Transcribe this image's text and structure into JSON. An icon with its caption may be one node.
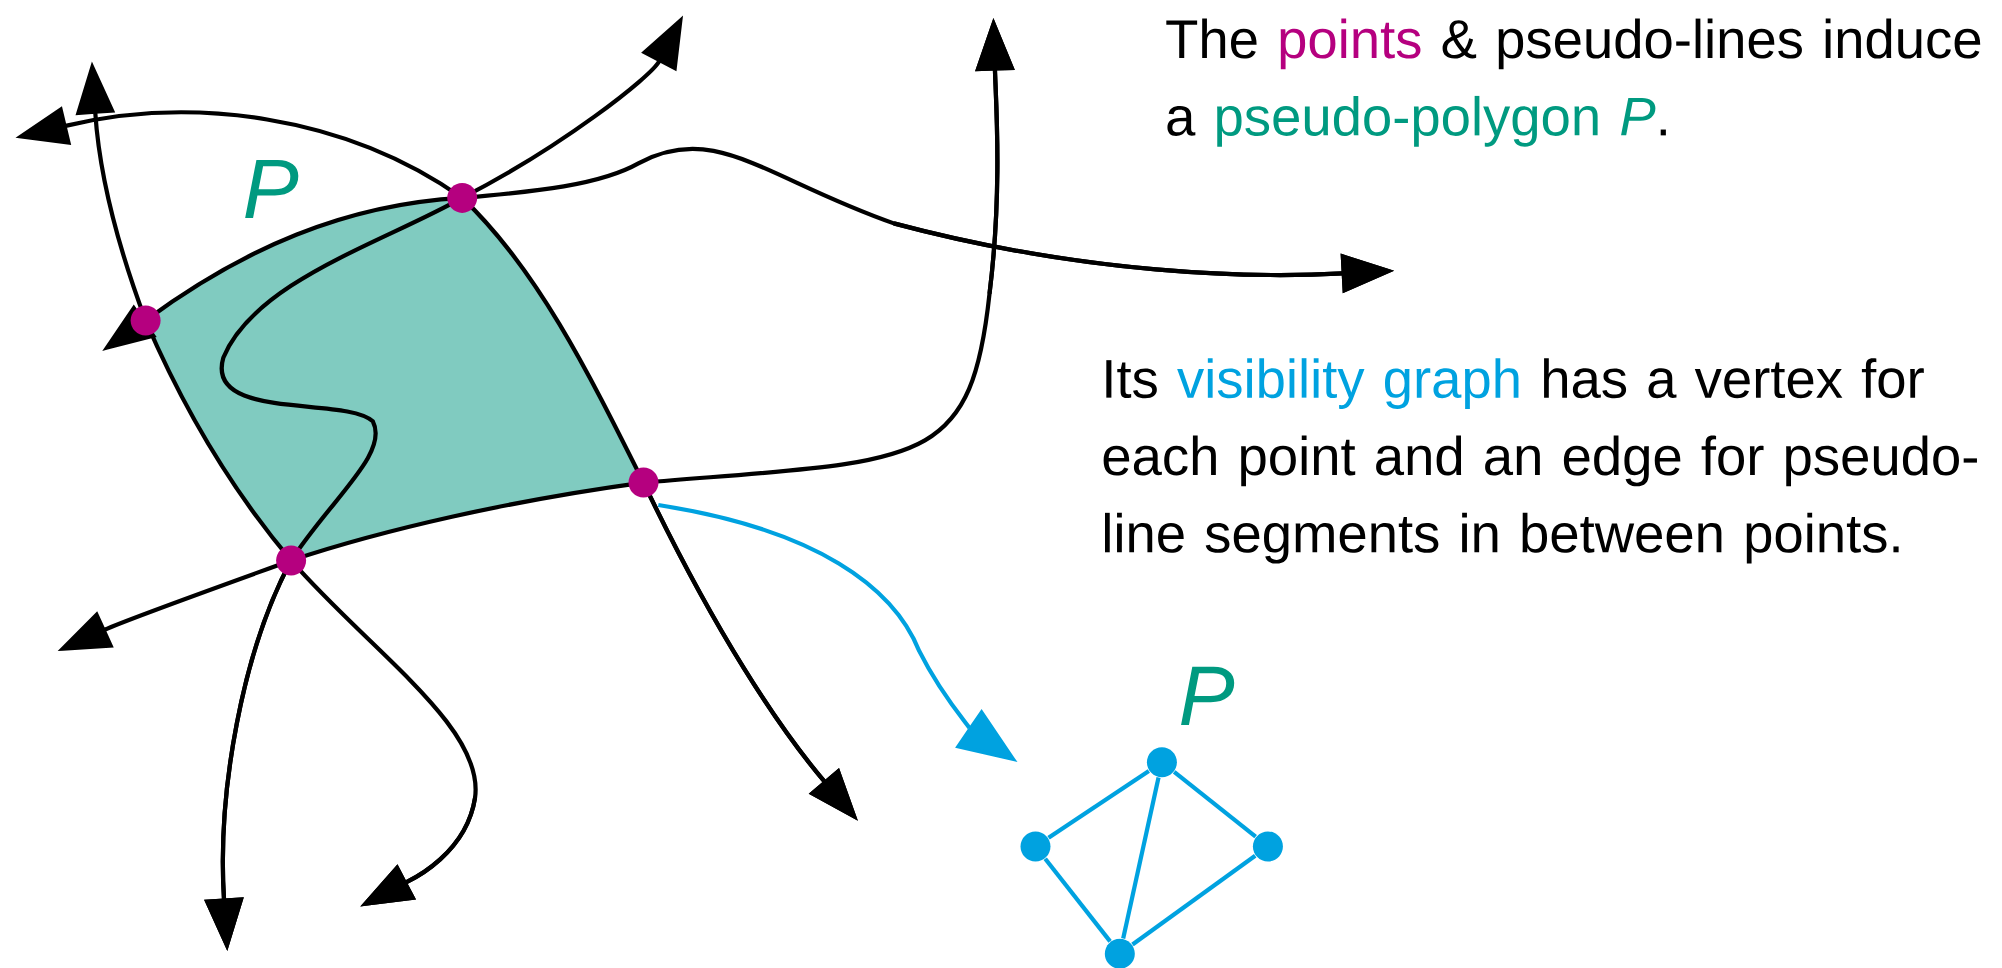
{
  "diagram": {
    "nodes": [
      {
        "text": [
          "P"
        ]
      },
      {
        "text": [],
        "shape": "circle"
      },
      {
        "text": [],
        "shape": "circle"
      },
      {
        "text": [],
        "shape": "circle"
      },
      {
        "text": [],
        "shape": "circle"
      },
      {
        "text": [],
        "shape": "circle"
      },
      {
        "text": [],
        "shape": "circle"
      },
      {
        "text": [],
        "shape": "circle"
      },
      {
        "text": [],
        "shape": "circle"
      }
    ],
    "edges": [
      {
        "from": 0,
        "to": null,
        "arrow": "to",
        "color": "#00a2e0"
      },
      {
        "from": 5,
        "to": 6,
        "arrow": "none"
      },
      {
        "from": 5,
        "to": 7,
        "arrow": "none"
      },
      {
        "from": 5,
        "to": 8,
        "arrow": "none"
      },
      {
        "from": 6,
        "to": 8,
        "arrow": "none"
      },
      {
        "from": 7,
        "to": 8,
        "arrow": "none"
      }
    ],
    "labels": [
      "The",
      "points",
      "& pseudo-lines induce a",
      "pseudo-polygon *P*",
      ".",
      "Its",
      "visibility graph",
      "has a vertex for each point and an edge for pseudo-line segments in between points.",
      "P"
    ]
  }
}
